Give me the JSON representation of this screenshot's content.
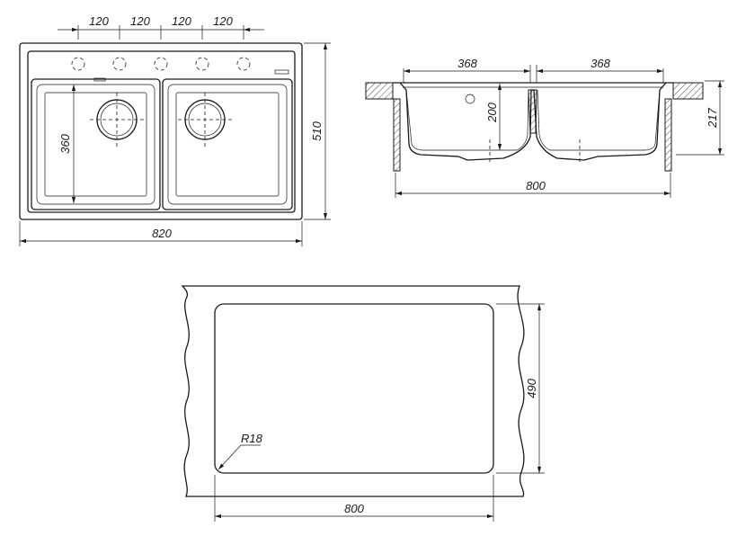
{
  "top_view": {
    "hole_spacing": [
      "120",
      "120",
      "120",
      "120"
    ],
    "bowl_depth_dim": "360",
    "height_dim": "510",
    "width_dim": "820"
  },
  "side_view": {
    "bowl_width_left": "368",
    "bowl_width_right": "368",
    "bowl_depth": "200",
    "total_depth": "217",
    "cutout_width": "800"
  },
  "cutout_view": {
    "height_dim": "490",
    "width_dim": "800",
    "corner_radius": "R18"
  }
}
